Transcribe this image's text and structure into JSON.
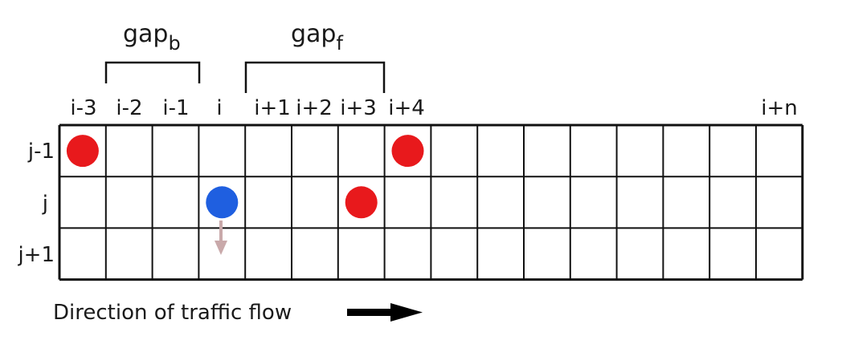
{
  "gap_back": {
    "base": "gap",
    "sub": "b"
  },
  "gap_front": {
    "base": "gap",
    "sub": "f"
  },
  "column_labels": [
    "i-3",
    "i-2",
    "i-1",
    "i",
    "i+1",
    "i+2",
    "i+3",
    "i+4",
    "i+n"
  ],
  "row_labels": [
    "j-1",
    "j",
    "j+1"
  ],
  "flow_label": "Direction of traffic flow",
  "colors": {
    "other_vehicle": "#e8191c",
    "subject_vehicle": "#1f5fe0",
    "lane_change_arrow": "#c9a9aa",
    "grid": "#111111",
    "flow_arrow": "#000000"
  },
  "vehicles": [
    {
      "role": "other",
      "row": 0,
      "col": 0
    },
    {
      "role": "other",
      "row": 0,
      "col": 7
    },
    {
      "role": "subject",
      "row": 1,
      "col": 3
    },
    {
      "role": "other",
      "row": 1,
      "col": 6
    }
  ]
}
